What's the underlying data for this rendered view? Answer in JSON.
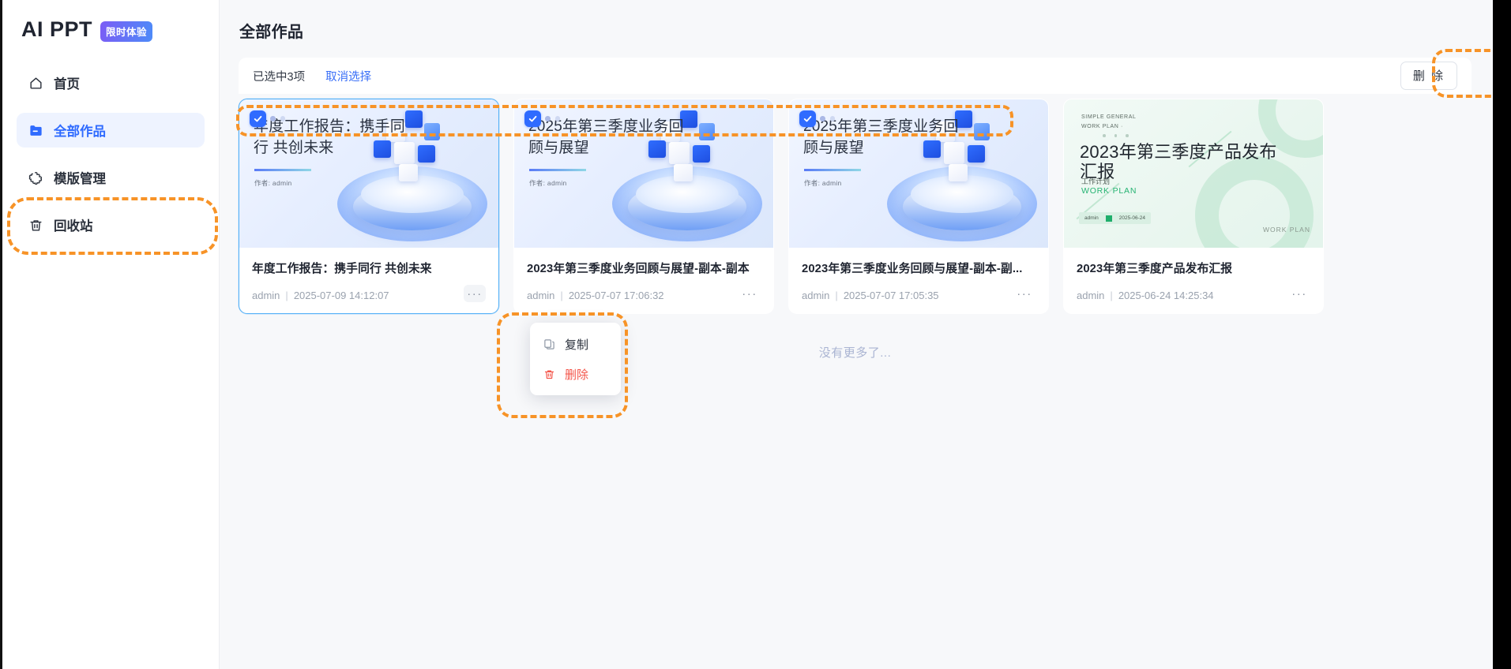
{
  "brand": {
    "name": "AI PPT",
    "badge": "限时体验"
  },
  "sidebar": {
    "items": [
      {
        "label": "首页",
        "icon": "home-icon",
        "active": false
      },
      {
        "label": "全部作品",
        "icon": "folder-icon",
        "active": true
      },
      {
        "label": "模版管理",
        "icon": "puzzle-icon",
        "active": false
      },
      {
        "label": "回收站",
        "icon": "trash-icon",
        "active": false
      }
    ]
  },
  "main": {
    "page_title": "全部作品",
    "toolbar": {
      "selected_text": "已选中3项",
      "cancel_label": "取消选择",
      "delete_label": "删 除"
    },
    "footer_text": "没有更多了...",
    "cards": [
      {
        "selected": true,
        "theme": "blue",
        "thumb_title": "年度工作报告：携手同行 共创未来",
        "thumb_author": "作者: admin",
        "title": "年度工作报告：携手同行 共创未来",
        "owner": "admin",
        "separator": "|",
        "timestamp": "2025-07-09 14:12:07",
        "more_label": "···"
      },
      {
        "selected": true,
        "theme": "blue",
        "thumb_title": "2025年第三季度业务回顾与展望",
        "thumb_author": "作者: admin",
        "title": "2023年第三季度业务回顾与展望-副本-副本",
        "owner": "admin",
        "separator": "|",
        "timestamp": "2025-07-07 17:06:32",
        "more_label": "···"
      },
      {
        "selected": true,
        "theme": "blue",
        "thumb_title": "2025年第三季度业务回顾与展望",
        "thumb_author": "作者: admin",
        "title": "2023年第三季度业务回顾与展望-副本-副...",
        "owner": "admin",
        "separator": "|",
        "timestamp": "2025-07-07 17:05:35",
        "more_label": "···"
      },
      {
        "selected": false,
        "theme": "green",
        "thumb_kicker": "SIMPLE GENERAL\nWORK PLAN ·",
        "thumb_title": "2023年第三季度产品发布汇报",
        "thumb_sub": "工作计划",
        "thumb_work": "WORK PLAN",
        "thumb_chip_owner": "admin",
        "thumb_chip_date": "2025-06-24",
        "thumb_corner": "WORK PLAN",
        "title": "2023年第三季度产品发布汇报",
        "owner": "admin",
        "separator": "|",
        "timestamp": "2025-06-24 14:25:34",
        "more_label": "···"
      }
    ]
  },
  "context_menu": {
    "items": [
      {
        "label": "复制",
        "icon": "copy-icon",
        "danger": false
      },
      {
        "label": "删除",
        "icon": "trash-icon",
        "danger": true
      }
    ]
  },
  "colors": {
    "accent": "#2f6bff",
    "link": "#3a6ff7",
    "danger": "#f4554a",
    "annotation": "#f79327",
    "selected_border": "#53b0f7",
    "page_bg": "#f7f8fa"
  }
}
